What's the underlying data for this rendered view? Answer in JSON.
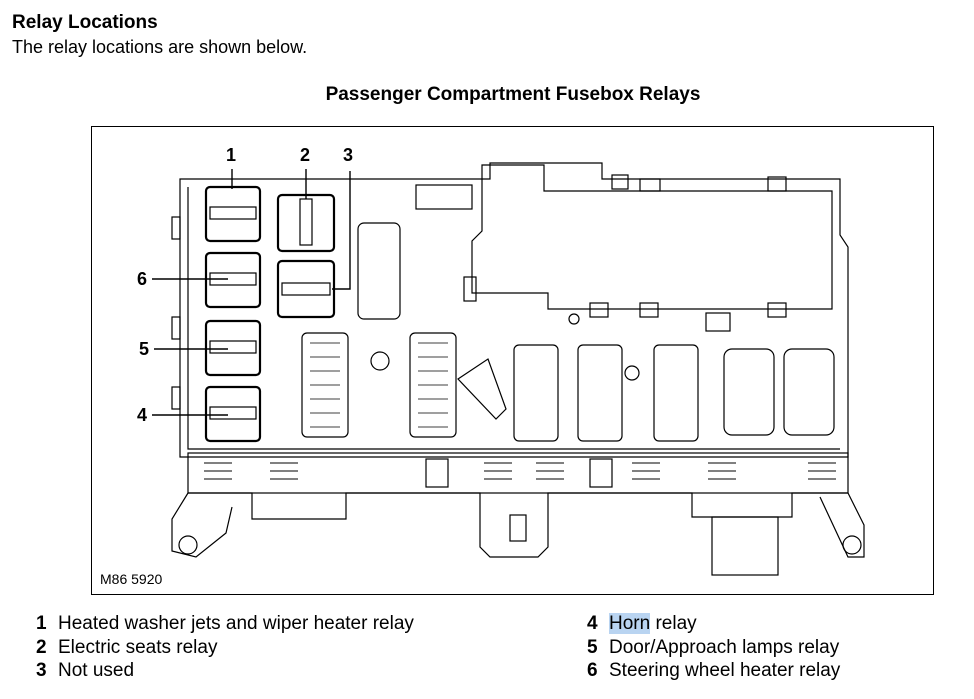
{
  "page": {
    "heading": "Relay Locations",
    "intro": "The relay locations are shown below."
  },
  "figure": {
    "title": "Passenger Compartment Fusebox Relays",
    "id": "M86 5920",
    "callouts": [
      "1",
      "2",
      "3",
      "4",
      "5",
      "6"
    ]
  },
  "legend": {
    "items": [
      {
        "num": "1",
        "text": "Heated washer jets and wiper heater relay"
      },
      {
        "num": "2",
        "text": "Electric seats relay"
      },
      {
        "num": "3",
        "text": "Not used"
      },
      {
        "num": "4",
        "text_highlight": "Horn",
        "text_rest": " relay"
      },
      {
        "num": "5",
        "text": "Door/Approach lamps relay"
      },
      {
        "num": "6",
        "text": "Steering wheel heater relay"
      }
    ]
  },
  "colors": {
    "text": "#000000",
    "selection_highlight": "#b9d4f1",
    "line_art": "#000000"
  }
}
